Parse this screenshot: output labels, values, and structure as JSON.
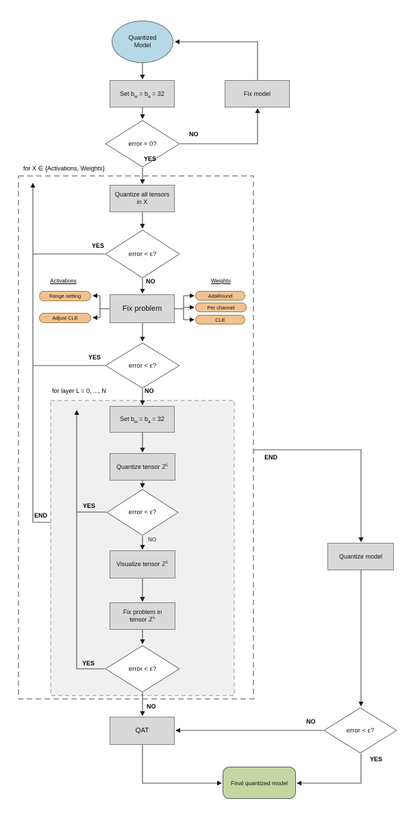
{
  "labels": {
    "yes": "YES",
    "no": "NO",
    "end": "END"
  },
  "groups": {
    "for_x": "for X ∈ {Activations, Weights}",
    "for_layer": "for layer L = 0, ..., N"
  },
  "nodes": {
    "quantized_model": "Quantized Model",
    "set_bitwidth": {
      "t1": "Set b",
      "s1": "w",
      "t2": " = b",
      "s2": "a",
      "t3": " = 32"
    },
    "fix_model": "Fix model",
    "error_zero": "error ≈ 0?",
    "error_eps": "error < ε?",
    "quantize_all": "Quantize all tensors in X",
    "fix_problem": "Fix problem",
    "activations_header": "Activations",
    "activation_fixes": [
      "Range setting",
      "Adjust CLE"
    ],
    "weights_header": "Weights",
    "weight_fixes": [
      "AdaRound",
      "Per channel",
      "CLE"
    ],
    "quantize_tensor": {
      "t": "Quantize tensor ",
      "z": "ℤ",
      "sup": "L"
    },
    "visualize_tensor": {
      "t": "Visualize tensor ",
      "z": "ℤ",
      "sup": "L"
    },
    "fix_tensor": {
      "line1": "Fix problem in",
      "t": "tensor ",
      "z": "ℤ",
      "sup": "L"
    },
    "qat": "QAT",
    "quantize_model": "Quantize model",
    "final_model": "Final quantized model"
  },
  "colors": {
    "process_fill": "#d9d9d9",
    "process_border": "#7f7f7f",
    "terminal_fill": "#b7d8e6",
    "pill_fill": "#f0c28f",
    "pill_border": "#a07a4a",
    "final_fill": "#c4d6a2",
    "inner_group_fill": "#f0f0f0",
    "line": "#4d4d4d"
  }
}
